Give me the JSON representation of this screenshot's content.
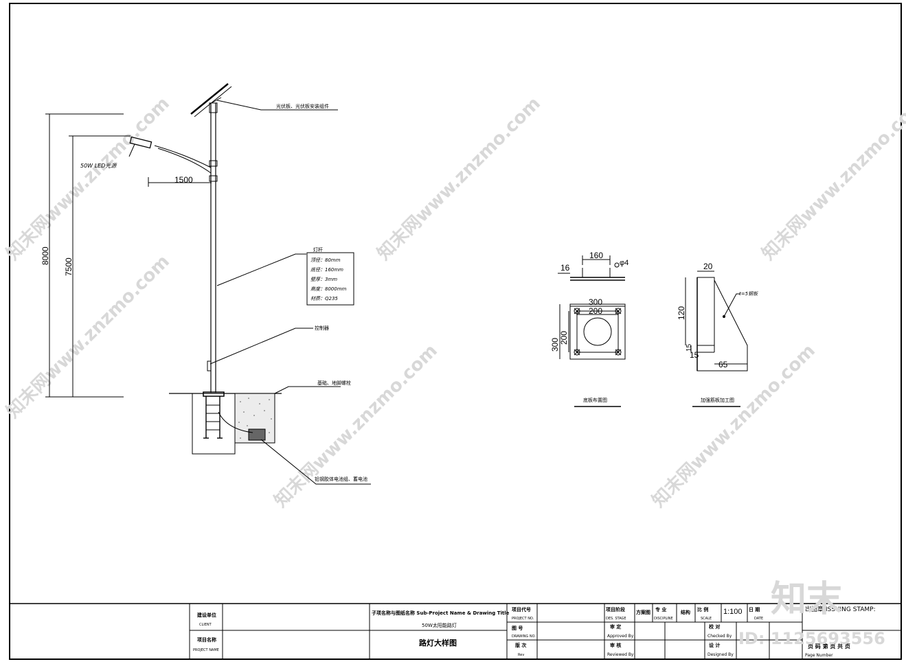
{
  "pole_view": {
    "lamp_label": "50W LED光源",
    "arm_dim": "1500",
    "total_height_dim": "8000",
    "pole_height_dim": "7500",
    "solar_label": "光伏板、光伏板安装组件",
    "pole_label": "灯杆",
    "pole_specs": [
      "顶径：80mm",
      "底径：160mm",
      "壁厚：3mm",
      "高度：8000mm",
      "材质：Q235"
    ],
    "controller_label": "控制器",
    "foundation_label": "基础、地脚螺栓",
    "battery_label": "铅钢胶体电池组、蓄电池"
  },
  "base_plan": {
    "dim_160": "160",
    "dim_16": "16",
    "dim_phi": "φ4",
    "dim_300_h": "300",
    "dim_200_h": "200",
    "dim_300_v": "300",
    "dim_200_v": "200",
    "caption": "底板布置图"
  },
  "rib_plate": {
    "dim_20": "20",
    "dim_120": "120",
    "dim_15a": "15",
    "dim_15b": "15",
    "dim_65": "65",
    "note": "t=5钢板",
    "caption": "加强筋板加工图"
  },
  "title_block": {
    "client_cn": "建设单位",
    "client_en": "CLIENT",
    "project_cn": "项目名称",
    "project_en": "PROJECT NAME",
    "subproject_header": "子项名称与图纸名称  Sub-Project Name & Drawing Title",
    "subproject_name": "50W太阳能路灯",
    "drawing_title": "路灯大样图",
    "project_no_cn": "项目代号",
    "project_no_en": "PROJECT NO.",
    "drawing_no_cn": "图 号",
    "drawing_no_en": "DRAWING NO.",
    "rev_cn": "版 次",
    "rev_en": "Rev",
    "stage_cn": "项目阶段",
    "stage_en": "DES. STAGE",
    "stage_value": "方案图",
    "discipline_cn": "专 业",
    "discipline_en": "DISCIPLINE",
    "discipline_value": "结构",
    "scale_cn": "比 例",
    "scale_en": "SCALE",
    "scale_value": "1:100",
    "date_cn": "日 期",
    "date_en": "DATE",
    "approved_cn": "审 定",
    "approved_en": "Approved By",
    "checked_cn": "校 对",
    "checked_en": "Checked By",
    "reviewed_cn": "审 核",
    "reviewed_en": "Reviewed By",
    "designed_cn": "设 计",
    "designed_en": "Designed By",
    "stamp": "出图章 ISSUING STAMP:",
    "page_cn": "页 码  第 页 共 页",
    "page_en": "Page Number"
  },
  "watermark": {
    "site": "知末网www.znzmo.com",
    "logo": "知末",
    "id_text": "ID: 1125693556"
  }
}
